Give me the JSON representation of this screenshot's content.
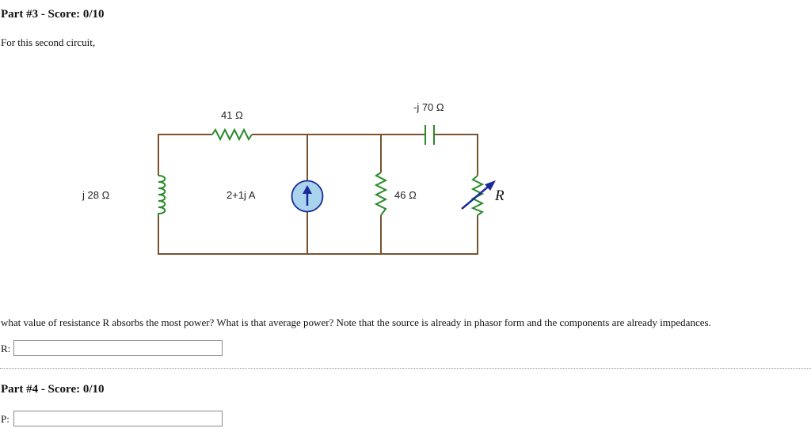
{
  "part3": {
    "title": "Part #3 - Score: 0/10"
  },
  "intro": "For this second circuit,",
  "circuit": {
    "inductor_label": "j 28 Ω",
    "resistor_top_label": "41 Ω",
    "source_label": "2+1j A",
    "resistor_46_label": "46 Ω",
    "capacitor_label": "-j 70 Ω",
    "variable_resistor_label": "R",
    "colors": {
      "wire": "#7a5230",
      "component": "#2a8a2a",
      "source_fill": "#aad3ee",
      "arrow": "#1a2a9a"
    }
  },
  "question": "what value of resistance R absorbs the most power? What is that average power? Note that the source is already in phasor form and the components are already impedances.",
  "answer_r": {
    "label": "R:",
    "value": ""
  },
  "part4": {
    "title": "Part #4 - Score: 0/10"
  },
  "answer_p": {
    "label": "P:",
    "value": ""
  }
}
